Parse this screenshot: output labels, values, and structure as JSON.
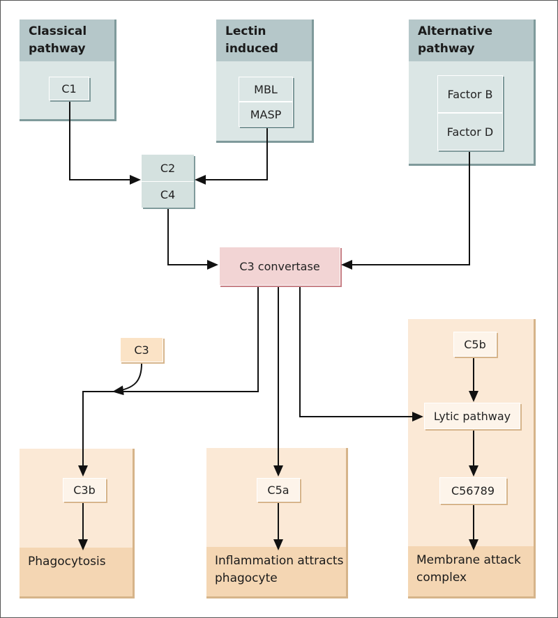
{
  "pathways": {
    "classical": {
      "title": "Classical\npathway",
      "node": "C1"
    },
    "lectin": {
      "title": "Lectin\ninduced",
      "nodes": [
        "MBL",
        "MASP"
      ]
    },
    "alternative": {
      "title": "Alternative\npathway",
      "nodes": [
        "Factor B",
        "Factor D"
      ]
    }
  },
  "c2c4": {
    "top": "C2",
    "bottom": "C4"
  },
  "convertase": "C3 convertase",
  "c3": "C3",
  "outcomes": {
    "phagocytosis": {
      "node": "C3b",
      "label": "Phagocytosis"
    },
    "inflammation": {
      "node": "C5a",
      "label": "Inflammation attracts\nphagocyte"
    },
    "membrane": {
      "nodes": [
        "C5b",
        "Lytic pathway",
        "C56789"
      ],
      "label": "Membrane attack\ncomplex"
    }
  },
  "colors": {
    "pathway_panel": "#dbe6e5",
    "pathway_header": "#b5c7c9",
    "outcome_panel": "#fbe9d6",
    "outcome_footer": "#f4d6b3",
    "convertase": "#f2d4d4",
    "arrow": "#111111"
  }
}
